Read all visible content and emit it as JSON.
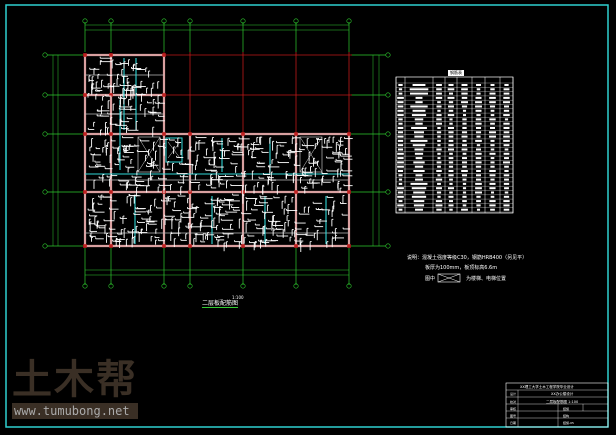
{
  "drawing": {
    "title": "二层板配筋图",
    "scale": "1:100",
    "notes": {
      "line1": "说明：混凝土强度等级C30，钢筋HRB400（另见平）",
      "line2": "板厚为100mm，板顶标高6.6m",
      "line3_prefix": "图中",
      "line3_suffix": "为楼梯、电梯位置"
    },
    "table_title": "钢筋表",
    "title_block": {
      "school": "XX理工大学土木工程学院毕业设计",
      "project": "XX办公楼设计",
      "sheet": "二层板配筋图 1:100",
      "labels": [
        "设计",
        "校对",
        "审核",
        "图号",
        "日期"
      ],
      "values": [
        "",
        "",
        "结施",
        "结构",
        "结施-05"
      ]
    }
  },
  "watermark": {
    "brand": "土木帮",
    "url": "www.tumubong.net"
  },
  "colors": {
    "grid": "#2ecc2e",
    "beam": "#d9a0a0",
    "axis_red": "#c01818",
    "frame": "#2fd0d0",
    "rebar": "#ffffff",
    "rebar_special": "#30d8d8"
  }
}
